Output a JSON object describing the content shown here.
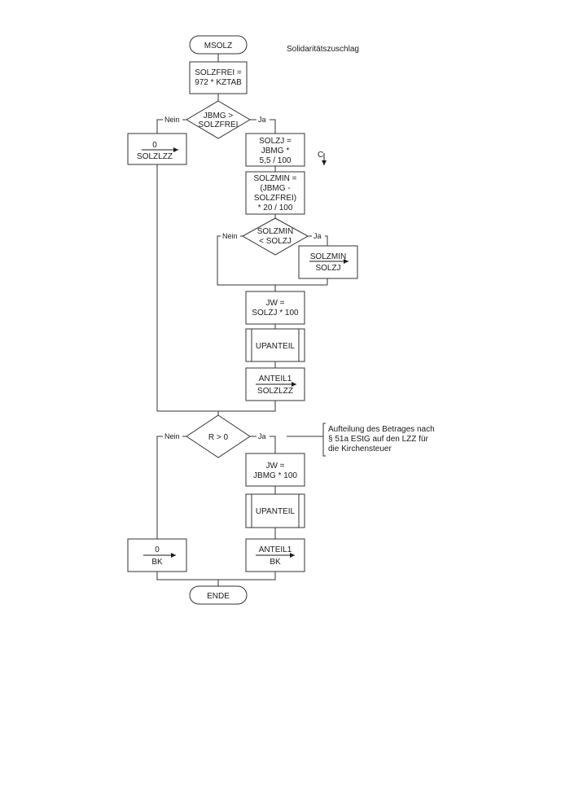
{
  "title": "Solidaritätszuschlag",
  "nodes": {
    "start": "MSOLZ",
    "solzfrei": [
      "SOLZFREI =",
      "972 * KZTAB"
    ],
    "cond1": [
      "JBMG >",
      "SOLZFREI"
    ],
    "solzj": [
      "SOLZJ =",
      "JBMG *",
      "5,5 / 100"
    ],
    "c_marker": "C",
    "solzmin": [
      "SOLZMIN =",
      "(JBMG -",
      "SOLZFREI)",
      "* 20 / 100"
    ],
    "cond2": [
      "SOLZMIN",
      "< SOLZJ"
    ],
    "assign_solzmin": [
      "SOLZMIN",
      "SOLZJ"
    ],
    "jw1": [
      "JW =",
      "SOLZJ * 100"
    ],
    "upanteil1": "UPANTEIL",
    "anteil1_solzlzz": [
      "ANTEIL1",
      "SOLZLZZ"
    ],
    "zero_solzlzz": [
      "0",
      "SOLZLZZ"
    ],
    "cond3": "R > 0",
    "note": [
      "Aufteilung des Betrages nach",
      "§ 51a EStG auf den LZZ für",
      "die Kirchensteuer"
    ],
    "jw2": [
      "JW =",
      "JBMG * 100"
    ],
    "upanteil2": "UPANTEIL",
    "zero_bk": [
      "0",
      "BK"
    ],
    "anteil1_bk": [
      "ANTEIL1",
      "BK"
    ],
    "end": "ENDE"
  },
  "labels": {
    "no": "Nein",
    "yes": "Ja"
  },
  "colors": {
    "line": "#333333",
    "fill": "#ffffff",
    "text": "#1a1a1a"
  }
}
